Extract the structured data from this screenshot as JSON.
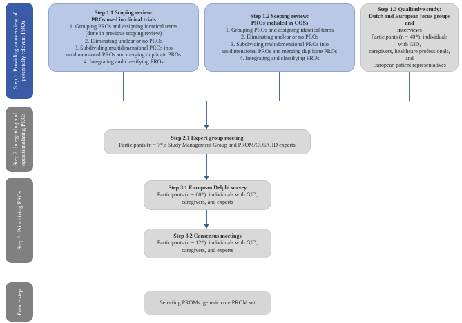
{
  "diagram": {
    "title": "PROM core set development flowchart",
    "colors": {
      "phase_active": "#3A5CA8",
      "phase_inactive": "#808080",
      "box_blue": "#B9C8E4",
      "box_grey": "#D9D9D9",
      "connector": "#4A6E9C",
      "divider": "#B5B5B5"
    }
  },
  "phases": [
    {
      "id": "phase-1",
      "label": "Step 1. Providing an overview of\npotentially relevant PROs",
      "state": "blue"
    },
    {
      "id": "phase-2",
      "label": "Step 2. Integrating and\noperationalizing PROs",
      "state": "grey"
    },
    {
      "id": "phase-3",
      "label": "Step 3. Prioritizing PROs",
      "state": "grey"
    },
    {
      "id": "phase-future",
      "label": "Future step",
      "state": "grey"
    }
  ],
  "boxes": {
    "step_1_1": {
      "title": "Step 1.1 Scoping review:\nPROs used in clinical trials",
      "body": "1. Grouping PROs and assigning identical terms\n(done in previous scoping review)\n2. Eliminating unclear or no PROs\n3. Subdividing multidimensional PROs into\nunidimensional PROs and merging duplicate PROs\n4. Integrating and classifying PROs",
      "style": "blue"
    },
    "step_1_2": {
      "title": "Step 1.2 Scoping review:\nPROs included in COSs",
      "body": "1. Grouping PROs and assigning identical terms\n2. Eliminating unclear or no PROs\n3. Subdividing multidimensional PROs into\nunidimensional PROs and merging duplicate PROs\n4. Integrating and classifying PROs",
      "style": "blue"
    },
    "step_1_3": {
      "title": "Step 1.3 Qualitative study:\nDutch and European focus groups and\ninterviews",
      "body": "Participants (n = 40*): individuals with GID,\ncaregivers, healthcare professionals, and\nEuropean patient representatives",
      "style": "grey"
    },
    "step_2_1": {
      "title": "Step 2.1 Expert group meeting",
      "body": "Participants (n = 7*): Study Management Group and PROM/COS/GID experts",
      "style": "grey"
    },
    "step_3_1": {
      "title": "Step 3.1 European Delphi survey",
      "body": "Participants (n = 60*): individuals with GID,\ncaregivers, and experts",
      "style": "grey"
    },
    "step_3_2": {
      "title": "Step 3.2 Consensus meetings",
      "body": "Participants (n = 12*): individuals with GID,\ncaregivers, and experts",
      "style": "grey"
    },
    "future_step": {
      "title": "",
      "body": "Selecting PROMs: generic core PROM set",
      "style": "grey"
    }
  }
}
